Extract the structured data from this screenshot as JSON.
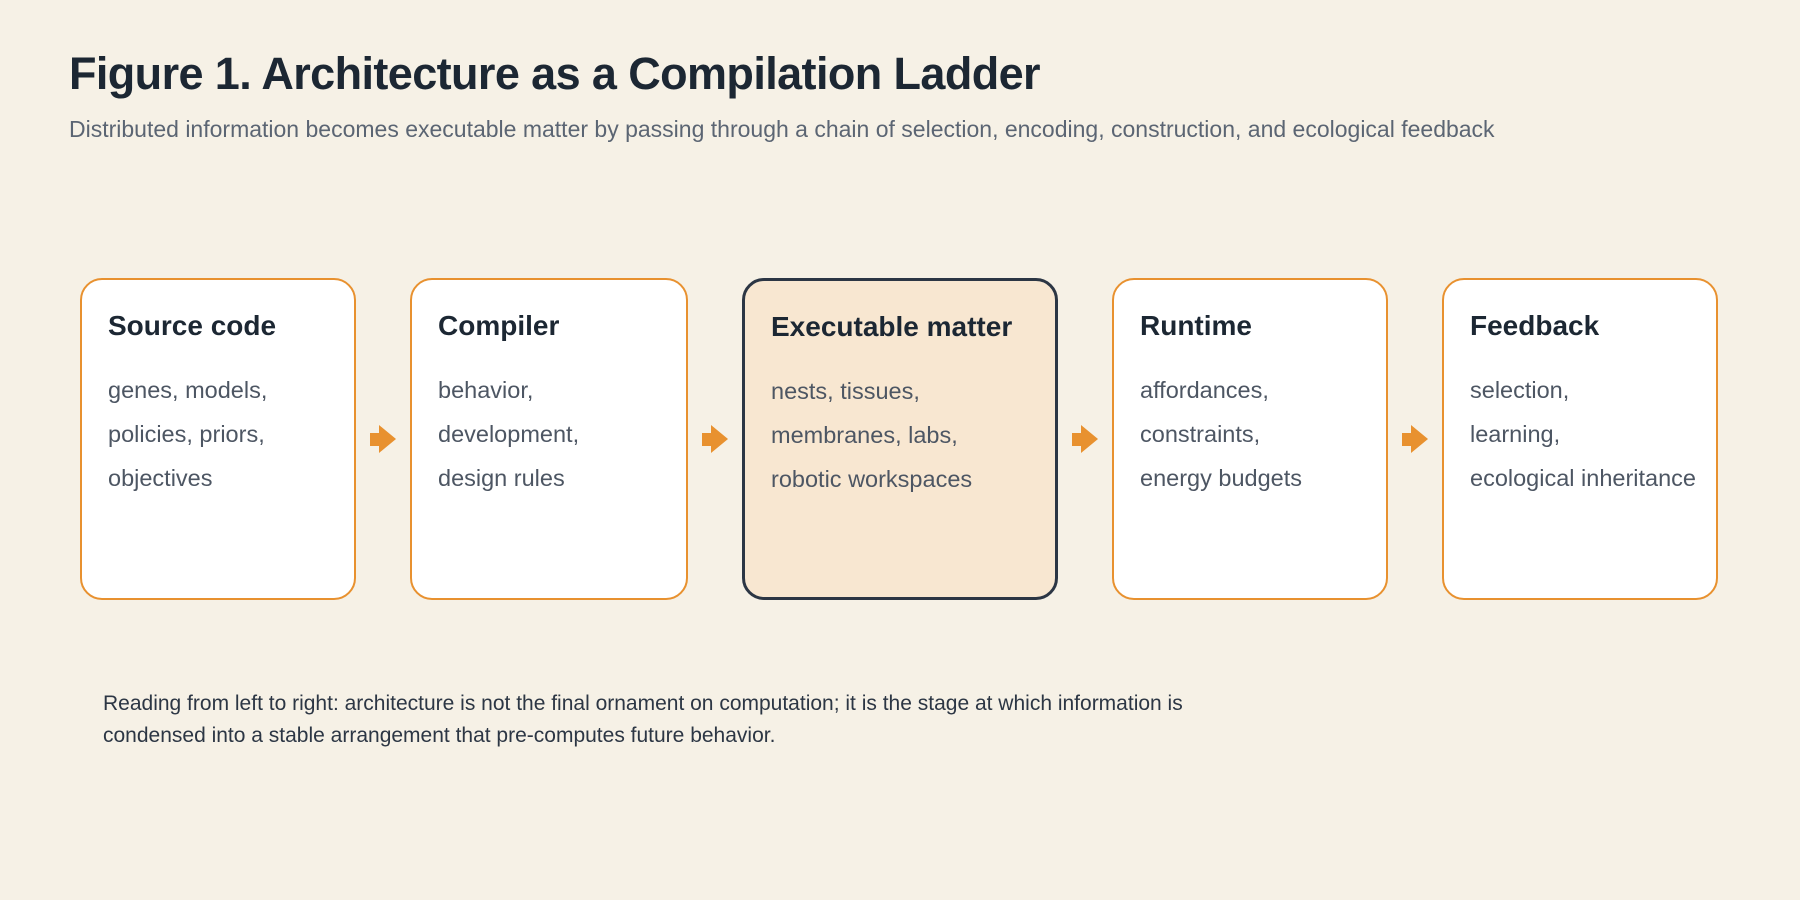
{
  "figure": {
    "title": "Figure 1. Architecture as a Compilation Ladder",
    "subtitle": "Distributed information becomes executable matter by passing through a chain of selection, encoding, construction, and ecological feedback",
    "caption": "Reading from left to right: architecture is not the final ornament on computation; it is the stage at which information is condensed into a stable arrangement that pre-computes future behavior."
  },
  "colors": {
    "background": "#f6f1e6",
    "accent_orange": "#e8912f",
    "highlight_fill": "#f8e7d1",
    "highlight_border": "#2c3644",
    "box_fill": "#ffffff",
    "title_text": "#1c2733",
    "body_text": "#4d5663",
    "subtitle_text": "#5b6573",
    "caption_text": "#2c3644"
  },
  "stages": [
    {
      "title": "Source code",
      "lines": [
        "genes, models,",
        "policies, priors,",
        "objectives"
      ]
    },
    {
      "title": "Compiler",
      "lines": [
        "behavior,",
        "development,",
        "design rules"
      ]
    },
    {
      "title": "Executable matter",
      "lines": [
        "nests, tissues,",
        "membranes, labs,",
        "robotic workspaces"
      ]
    },
    {
      "title": "Runtime",
      "lines": [
        "affordances,",
        "constraints,",
        "energy budgets"
      ]
    },
    {
      "title": "Feedback",
      "lines": [
        "selection,",
        "learning,",
        "ecological inheritance"
      ]
    }
  ]
}
